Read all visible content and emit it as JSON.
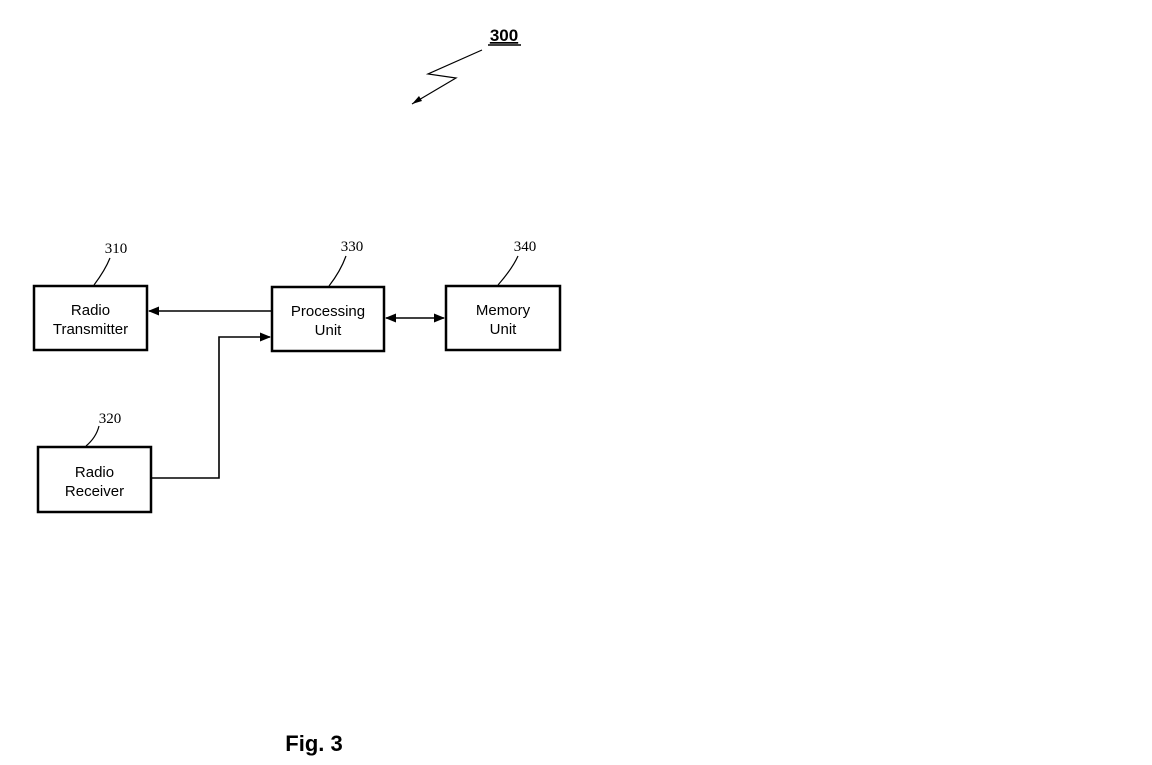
{
  "figure": {
    "number": "300",
    "caption": "Fig. 3"
  },
  "blocks": {
    "transmitter": {
      "ref": "310",
      "line1": "Radio",
      "line2": "Transmitter"
    },
    "receiver": {
      "ref": "320",
      "line1": "Radio",
      "line2": "Receiver"
    },
    "processing": {
      "ref": "330",
      "line1": "Processing",
      "line2": "Unit"
    },
    "memory": {
      "ref": "340",
      "line1": "Memory",
      "line2": "Unit"
    }
  }
}
